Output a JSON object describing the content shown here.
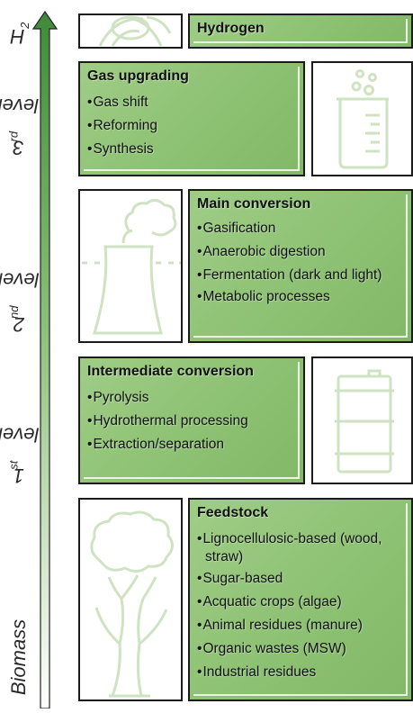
{
  "axis": {
    "top": {
      "main": "H",
      "sub": "2"
    },
    "levels": [
      {
        "num": "3",
        "sup": "rd",
        "word": "level"
      },
      {
        "num": "2",
        "sup": "nd",
        "word": "level"
      },
      {
        "num": "1",
        "sup": "st",
        "word": "level"
      }
    ],
    "bottom": "Biomass"
  },
  "hydrogen": {
    "title": "Hydrogen"
  },
  "gas_upgrading": {
    "title": "Gas upgrading",
    "items": [
      "Gas shift",
      "Reforming",
      "Synthesis"
    ]
  },
  "main_conversion": {
    "title": "Main conversion",
    "items": [
      "Gasification",
      "Anaerobic digestion",
      "Fermentation (dark and light)",
      "Metabolic processes"
    ]
  },
  "intermediate_conversion": {
    "title": "Intermediate conversion",
    "items": [
      "Pyrolysis",
      "Hydrothermal processing",
      "Extraction/separation"
    ]
  },
  "feedstock": {
    "title": "Feedstock",
    "items": [
      "Lignocellulosic-based (wood, straw)",
      "Sugar-based",
      "Acquatic crops (algae)",
      "Animal residues (manure)",
      "Organic wastes (MSW)",
      "Industrial residues"
    ]
  },
  "colors": {
    "panel": "#8dc173",
    "icon": "#cfe3c2",
    "arrow_top": "#3f8a3a",
    "arrow_bottom": "#ffffff"
  },
  "icons": [
    "hydrogen-swirl-icon",
    "beaker-icon",
    "cooling-tower-icon",
    "barrel-icon",
    "tree-icon"
  ]
}
